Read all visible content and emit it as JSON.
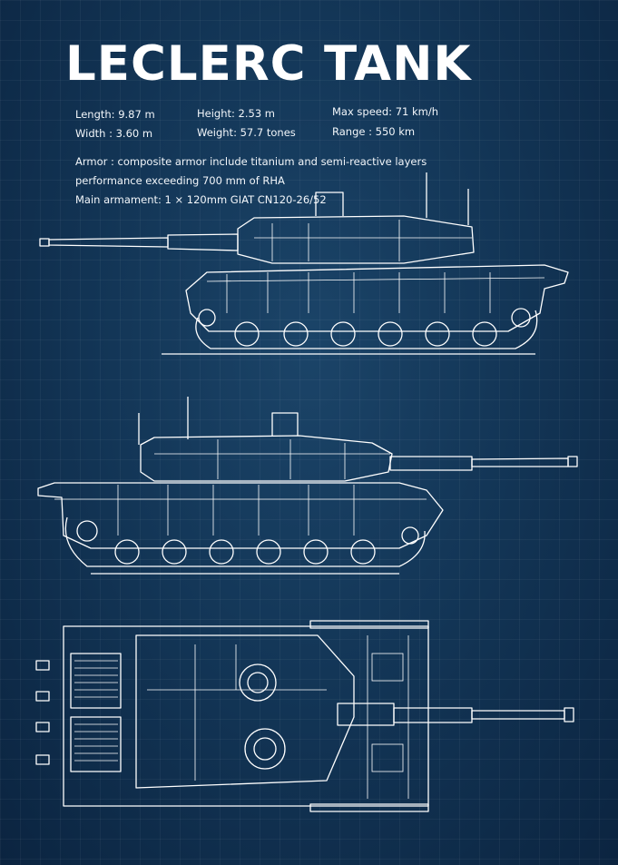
{
  "title": "LECLERC TANK",
  "specs": {
    "length": "Length: 9.87 m",
    "width": "Width : 3.60 m",
    "height": "Height:   2.53 m",
    "weight": "Weight: 57.7 tones",
    "max_speed": "Max speed: 71 km/h",
    "range": "Range : 550 km",
    "armor_line1": "Armor :  composite armor  include titanium and semi-reactive layers",
    "armor_line2": "performance exceeding 700 mm of RHA",
    "armament": "Main armament:  1 × 120mm GIAT CN120-26/52"
  },
  "colors": {
    "background": "#133657",
    "line": "#ffffff"
  }
}
